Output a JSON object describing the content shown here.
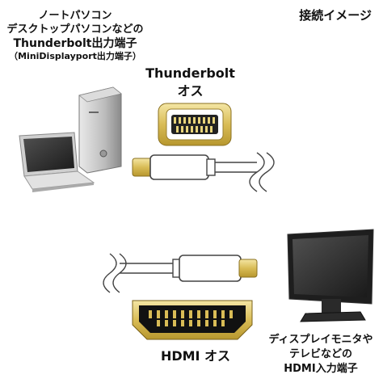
{
  "title": "接続イメージ",
  "source": {
    "line1": "ノートパソコン",
    "line2": "デスクトップパソコンなどの",
    "line3": "Thunderbolt出力端子",
    "line4": "（MiniDisplayport出力端子）"
  },
  "thunderbolt_label": {
    "line1": "Thunderbolt",
    "line2": "オス"
  },
  "hdmi_label": "HDMI オス",
  "destination": {
    "line1": "ディスプレイモニタや",
    "line2": "テレビなどの",
    "line3": "HDMI入力端子"
  },
  "colors": {
    "gold": "#e8d070",
    "connector_dark": "#111111",
    "cable": "#ffffff"
  }
}
